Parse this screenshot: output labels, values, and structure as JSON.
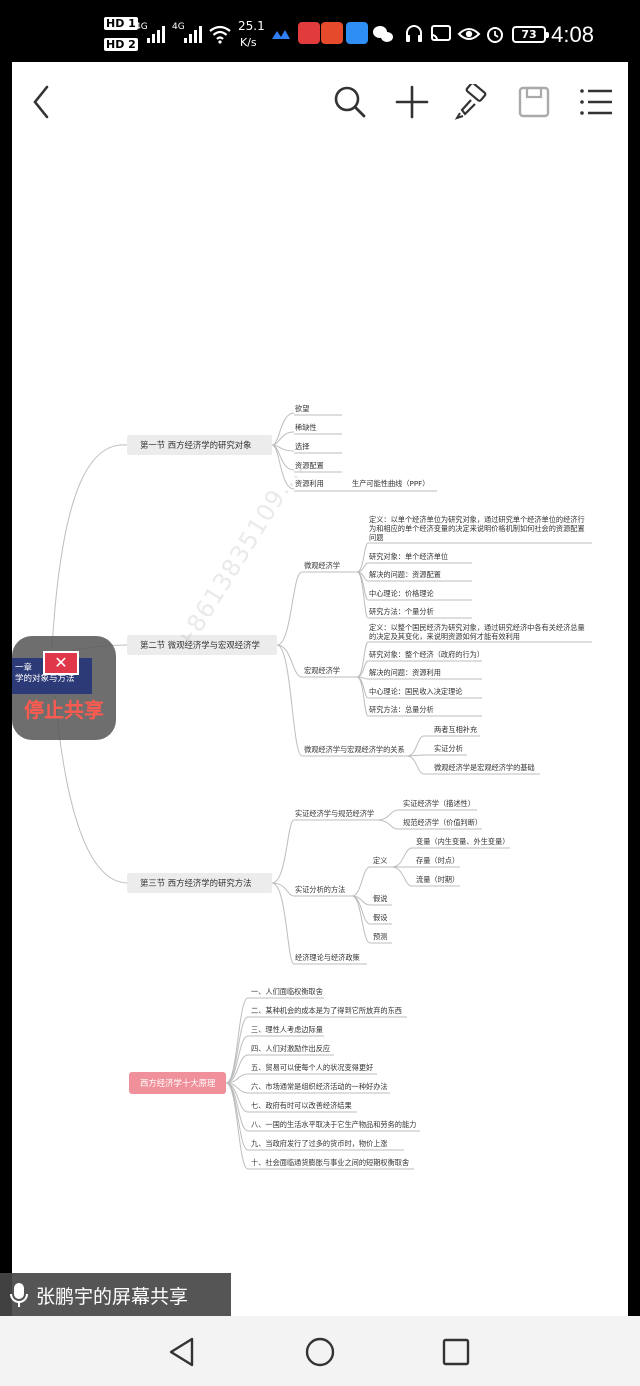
{
  "status_bar": {
    "hd1": "HD 1",
    "hd2": "HD 2",
    "net1": "4G",
    "net2": "4G",
    "speed_value": "25.1",
    "speed_unit": "K/s",
    "battery": "73",
    "time": "4:08"
  },
  "toolbar": {
    "icons": [
      "back-icon",
      "search-icon",
      "add-icon",
      "brush-icon",
      "save-icon",
      "menu-icon"
    ]
  },
  "share": {
    "chapter_title_line1": "一章",
    "chapter_title_line2": "学的对象与方法",
    "stop_label": "停止共享",
    "banner": "张鹏宇的屏幕共享",
    "watermark": "+8613835109...."
  },
  "mindmap": {
    "section1": {
      "title": "第一节 西方经济学的研究对象",
      "items": [
        "欲望",
        "稀缺性",
        "选择",
        "资源配置",
        "资源利用"
      ],
      "sub": "生产可能性曲线（PPF）"
    },
    "section2": {
      "title": "第二节 微观经济学与宏观经济学",
      "micro": {
        "label": "微观经济学",
        "definition": [
          "定义：以单个经济单位为研究对象，通过研究单个经济单位的经济行",
          "为和相应的单个经济变量的决定来说明价格机制如何社会的资源配置",
          "问题"
        ],
        "items": [
          "研究对象：单个经济单位",
          "解决的问题：资源配置",
          "中心理论：价格理论",
          "研究方法：个量分析"
        ]
      },
      "macro": {
        "label": "宏观经济学",
        "definition": [
          "定义：以整个国民经济为研究对象，通过研究经济中各有关经济总量",
          "的决定及其变化，来说明资源如何才能有效利用"
        ],
        "items": [
          "研究对象：整个经济（政府的行为）",
          "解决的问题：资源利用",
          "中心理论：国民收入决定理论",
          "研究方法：总量分析"
        ]
      },
      "relation": {
        "label": "微观经济学与宏观经济学的关系",
        "items": [
          "两者互相补充",
          "实证分析",
          "微观经济学是宏观经济学的基础"
        ]
      }
    },
    "section3": {
      "title": "第三节 西方经济学的研究方法",
      "positive": {
        "label": "实证经济学与规范经济学",
        "items": [
          "实证经济学（描述性）",
          "规范经济学（价值判断）"
        ]
      },
      "method": {
        "label": "实证分析的方法",
        "define_label": "定义",
        "define_items": [
          "变量（内生变量、外生变量）",
          "存量（时点）",
          "流量（时期）"
        ],
        "items": [
          "假说",
          "假设",
          "预测"
        ]
      },
      "theory": "经济理论与经济政策"
    },
    "principles": {
      "title": "西方经济学十大原理",
      "items": [
        "一、人们面临权衡取舍",
        "二、某种机会的成本是为了得到它所放弃的东西",
        "三、理性人考虑边际量",
        "四、人们对激励作出反应",
        "五、贸易可以使每个人的状况变得更好",
        "六、市场通常是组织经济活动的一种好办法",
        "七、政府有时可以改善经济结果",
        "八、一国的生活水平取决于它生产物品和劳务的能力",
        "九、当政府发行了过多的货币时，物价上涨",
        "十、社会面临通货膨胀与事业之间的短期权衡取舍"
      ]
    }
  },
  "navbar": {
    "icons": [
      "nav-back-icon",
      "nav-home-icon",
      "nav-recents-icon"
    ]
  }
}
